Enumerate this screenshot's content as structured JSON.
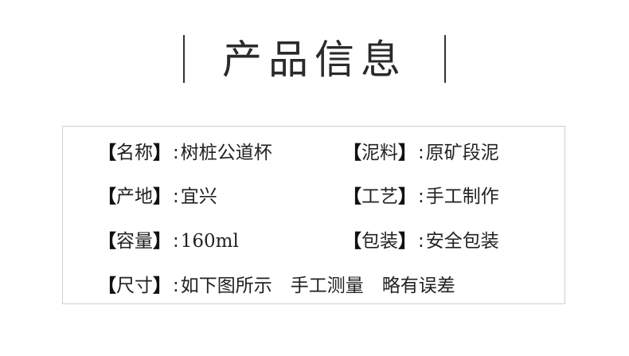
{
  "header": {
    "title": "产品信息"
  },
  "info": {
    "rows": [
      [
        {
          "label": "名称",
          "value": "树桩公道杯"
        },
        {
          "label": "泥料",
          "value": "原矿段泥"
        }
      ],
      [
        {
          "label": "产地",
          "value": "宜兴"
        },
        {
          "label": "工艺",
          "value": "手工制作"
        }
      ],
      [
        {
          "label": "容量",
          "value": "160ml"
        },
        {
          "label": "包装",
          "value": "安全包装"
        }
      ]
    ],
    "size": {
      "label": "尺寸",
      "value": "如下图所示　手工测量　略有误差"
    },
    "bracket_open": "【",
    "bracket_close": "】",
    "colon": ":"
  },
  "colors": {
    "text": "#222222",
    "border": "#cfcfcf",
    "background": "#ffffff"
  }
}
